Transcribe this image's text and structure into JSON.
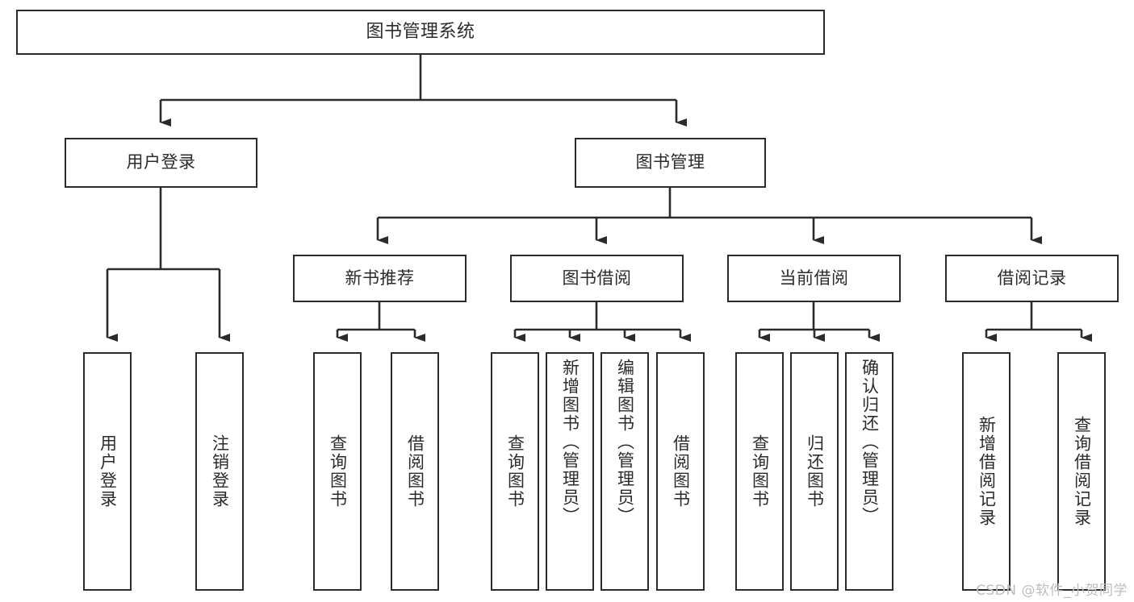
{
  "diagram": {
    "title": "图书管理系统",
    "type": "function-hierarchy-tree",
    "colors": {
      "border": "#2b2b2b",
      "text": "#2b2b2b",
      "background": "#ffffff",
      "watermark": "#bdbdbd"
    },
    "levels": {
      "root": "图书管理系统",
      "level2": [
        "用户登录",
        "图书管理"
      ],
      "level3": [
        "新书推荐",
        "图书借阅",
        "当前借阅",
        "借阅记录"
      ]
    }
  },
  "nodes": {
    "root": {
      "label": "图书管理系统"
    },
    "user_login": {
      "label": "用户登录"
    },
    "book_manage": {
      "label": "图书管理"
    },
    "new_book_rec": {
      "label": "新书推荐"
    },
    "book_borrow": {
      "label": "图书借阅"
    },
    "current_borrow": {
      "label": "当前借阅"
    },
    "borrow_record": {
      "label": "借阅记录"
    },
    "leaf_user_login": {
      "label": "用户登录"
    },
    "leaf_user_logout": {
      "label": "注销登录"
    },
    "leaf_rec_query": {
      "label": "查询图书"
    },
    "leaf_rec_borrow": {
      "label": "借阅图书"
    },
    "leaf_borrow_query": {
      "label": "查询图书"
    },
    "leaf_borrow_add": {
      "label": "新增图书（管理员）"
    },
    "leaf_borrow_edit": {
      "label": "编辑图书（管理员）"
    },
    "leaf_borrow_do": {
      "label": "借阅图书"
    },
    "leaf_cur_query": {
      "label": "查询图书"
    },
    "leaf_cur_return": {
      "label": "归还图书"
    },
    "leaf_cur_confirm": {
      "label": "确认归还（管理员）"
    },
    "leaf_rec_add": {
      "label": "新增借阅记录"
    },
    "leaf_rec_query_rec": {
      "label": "查询借阅记录"
    }
  },
  "watermark": {
    "text": "CSDN @软件_小贺同学"
  }
}
